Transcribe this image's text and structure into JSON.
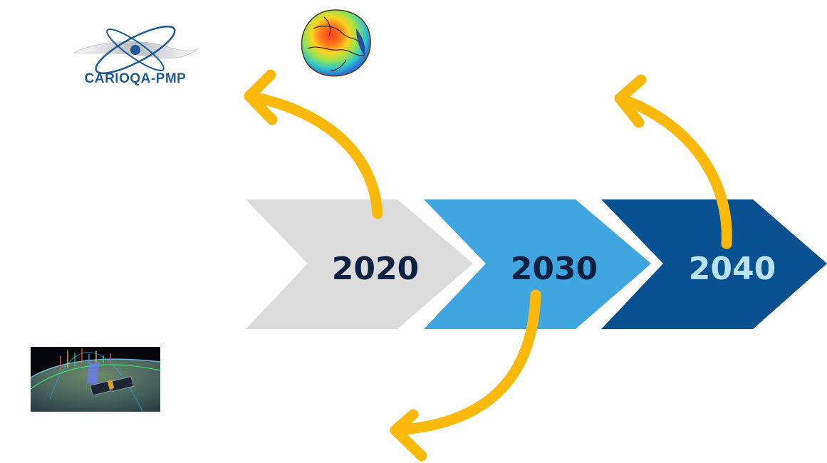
{
  "logo": {
    "text": "CARIOQA-PMP",
    "color": "#1f5a96",
    "icon": "atom-orbit-icon"
  },
  "timeline": {
    "stages": [
      {
        "label": "2020",
        "fill": "#dcdcdc",
        "text_color": "#0f2143"
      },
      {
        "label": "2030",
        "fill": "#3fa6df",
        "text_color": "#0f2143"
      },
      {
        "label": "2040",
        "fill": "#0a5192",
        "text_color": "#b9e3f5"
      }
    ]
  },
  "arrows": {
    "color": "#fbb90c"
  },
  "images": {
    "geoid": "geoid-globe-image",
    "satellite": "satellite-orbit-image"
  }
}
